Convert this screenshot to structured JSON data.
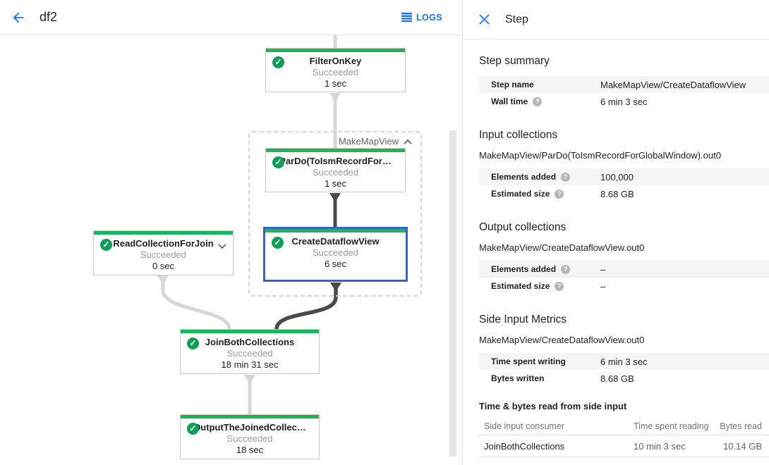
{
  "topbar": {
    "title": "df2",
    "logs_label": "LOGS"
  },
  "colors": {
    "accent_blue": "#1a73e8",
    "selection_blue": "#2f66c9",
    "success_green_bar": "#1db45b",
    "success_green_icon": "#0f9d58",
    "edge_light": "#d7d7d7",
    "edge_dark": "#4a4a4a"
  },
  "icons": {
    "back": "arrow-left",
    "logs": "list-lines",
    "close": "x-cross",
    "status": "checkmark-circle",
    "help": "question-circle",
    "collapse": "chevron-up",
    "expand": "chevron-down"
  },
  "graph": {
    "group_label": "MakeMapView",
    "nodes": [
      {
        "title": "FilterOnKey",
        "status": "Succeeded",
        "time": "1 sec"
      },
      {
        "title": "ParDo(ToIsmRecordFor…",
        "status": "Succeeded",
        "time": "1 sec"
      },
      {
        "title": "CreateDataflowView",
        "status": "Succeeded",
        "time": "6 sec"
      },
      {
        "title": "ReadCollectionForJoin",
        "status": "Succeeded",
        "time": "0 sec"
      },
      {
        "title": "JoinBothCollections",
        "status": "Succeeded",
        "time": "18 min 31 sec"
      },
      {
        "title": "OutputTheJoinedCollec…",
        "status": "Succeeded",
        "time": "18 sec"
      }
    ]
  },
  "panel": {
    "title": "Step",
    "step_summary": {
      "heading": "Step summary",
      "rows": [
        {
          "label": "Step name",
          "value": "MakeMapView/CreateDataflowView"
        },
        {
          "label": "Wall time",
          "value": "6 min 3 sec"
        }
      ]
    },
    "input_collections": {
      "heading": "Input collections",
      "subtitle": "MakeMapView/ParDo(ToIsmRecordForGlobalWindow).out0",
      "rows": [
        {
          "label": "Elements added",
          "value": "100,000"
        },
        {
          "label": "Estimated size",
          "value": "8.68 GB"
        }
      ]
    },
    "output_collections": {
      "heading": "Output collections",
      "subtitle": "MakeMapView/CreateDataflowView.out0",
      "rows": [
        {
          "label": "Elements added",
          "value": "–"
        },
        {
          "label": "Estimated size",
          "value": "–"
        }
      ]
    },
    "side_input_metrics": {
      "heading": "Side Input Metrics",
      "subtitle": "MakeMapView/CreateDataflowView.out0",
      "rows": [
        {
          "label": "Time spent writing",
          "value": "6 min 3 sec"
        },
        {
          "label": "Bytes written",
          "value": "8.68 GB"
        }
      ]
    },
    "side_input_table": {
      "heading": "Time & bytes read from side input",
      "columns": [
        "Side input consumer",
        "Time spent reading",
        "Bytes read"
      ],
      "rows": [
        [
          "JoinBothCollections",
          "10 min 3 sec",
          "10.14 GB"
        ]
      ]
    }
  }
}
